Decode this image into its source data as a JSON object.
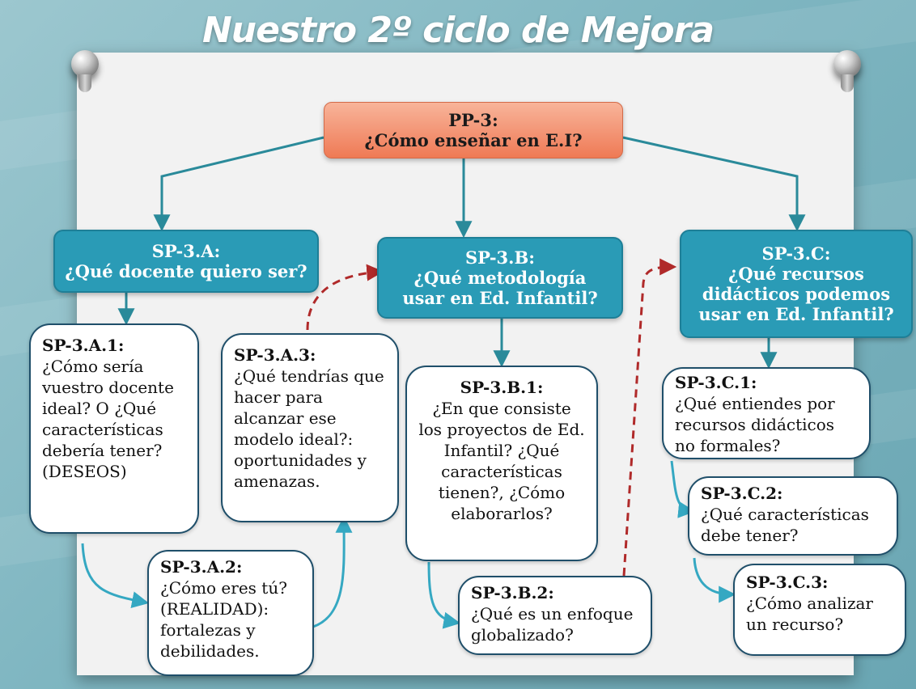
{
  "title": "Nuestro 2º ciclo de Mejora",
  "colors": {
    "top_box": "#ef7a55",
    "level_box": "#2a9bb6",
    "arrow": "#2a8a9a",
    "dashed_arrow": "#b02a2a"
  },
  "top": {
    "code": "PP-3:",
    "question": "¿Cómo enseñar en E.I?"
  },
  "sp_a": {
    "code": "SP-3.A:",
    "question": "¿Qué docente quiero ser?"
  },
  "sp_b": {
    "code": "SP-3.B:",
    "question": "¿Qué metodología usar en Ed. Infantil?"
  },
  "sp_c": {
    "code": "SP-3.C:",
    "question": "¿Qué recursos didácticos podemos usar en Ed. Infantil?"
  },
  "a1": {
    "code": "SP-3.A.1:",
    "text": "¿Cómo sería vuestro docente ideal? O ¿Qué características debería tener? (DESEOS)"
  },
  "a2": {
    "code": "SP-3.A.2:",
    "text": "¿Cómo eres tú? (REALIDAD): fortalezas y debilidades."
  },
  "a3": {
    "code": "SP-3.A.3:",
    "text": "¿Qué tendrías que hacer para alcanzar ese modelo ideal?: oportunidades y amenazas."
  },
  "b1": {
    "code": "SP-3.B.1:",
    "text": "¿En que consiste los proyectos de Ed. Infantil? ¿Qué características tienen?, ¿Cómo elaborarlos?"
  },
  "b2": {
    "code": "SP-3.B.2:",
    "text": "¿Qué es un enfoque globalizado?"
  },
  "c1": {
    "code": "SP-3.C.1:",
    "text": "¿Qué entiendes por recursos didácticos no formales?"
  },
  "c2": {
    "code": "SP-3.C.2:",
    "text": "¿Qué características debe tener?"
  },
  "c3": {
    "code": "SP-3.C.3:",
    "text": "¿Cómo analizar un recurso?"
  }
}
